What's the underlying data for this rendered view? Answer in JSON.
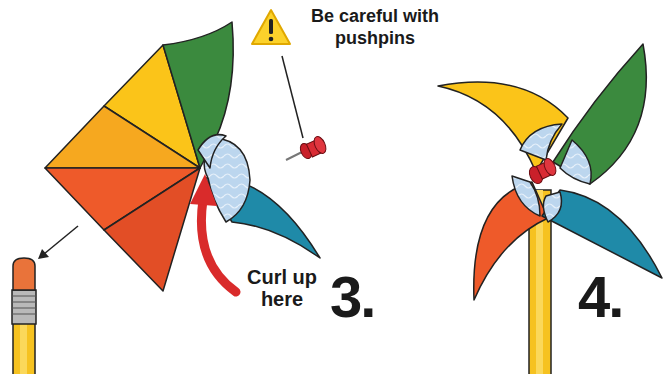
{
  "diagram": {
    "labels": [
      "Be careful with pushpins",
      "Curl up here",
      "3.",
      "4."
    ]
  }
}
